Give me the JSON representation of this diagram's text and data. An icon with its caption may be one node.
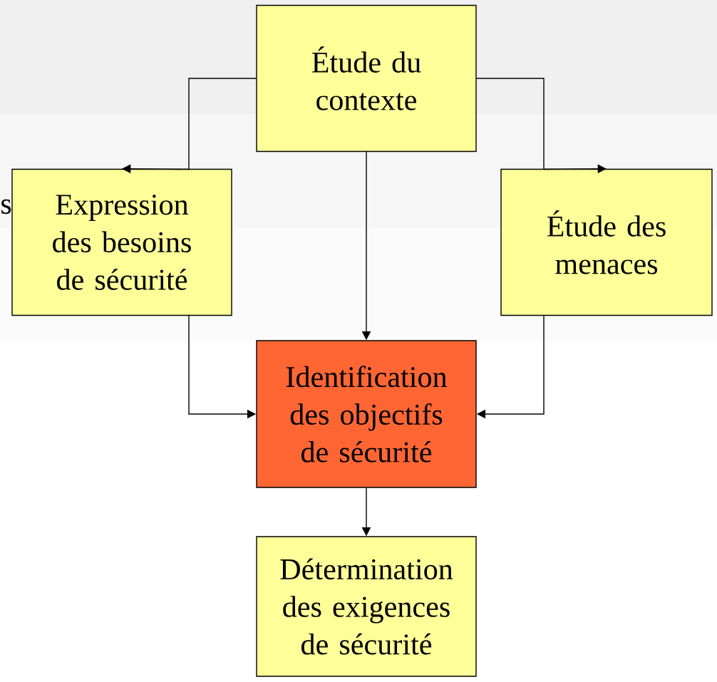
{
  "diagram": {
    "nodes": [
      {
        "text": [
          "Étude du contexte"
        ]
      },
      {
        "text": [
          "Expression des besoins de sécurité"
        ]
      },
      {
        "text": [
          "Étude des menaces"
        ]
      },
      {
        "text": [
          "Identification des objectifs de sécurité"
        ]
      },
      {
        "text": [
          "Détermination des exigences de sécurité"
        ]
      }
    ],
    "edges": [
      {
        "from": 0,
        "to": 1,
        "arrow": "to"
      },
      {
        "from": 0,
        "to": 2,
        "arrow": "to"
      },
      {
        "from": 0,
        "to": 3,
        "arrow": "to"
      },
      {
        "from": 1,
        "to": 3,
        "arrow": "to"
      },
      {
        "from": 2,
        "to": 3,
        "arrow": "to"
      },
      {
        "from": 3,
        "to": 4,
        "arrow": "to"
      }
    ],
    "labels": [
      "s"
    ]
  }
}
